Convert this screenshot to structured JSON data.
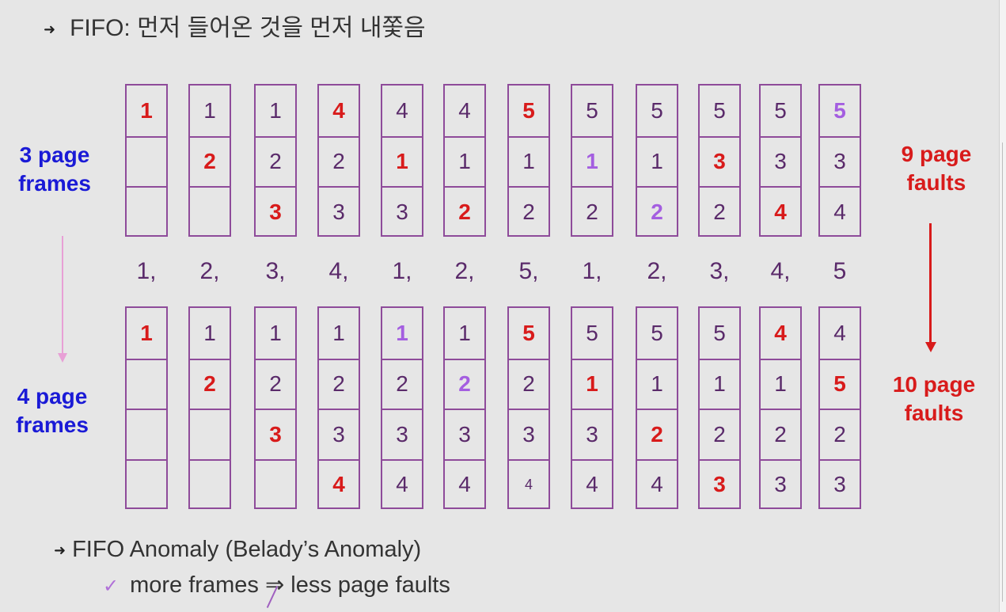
{
  "heading": {
    "bullet": "➜",
    "text": "FIFO: 먼저 들어온 것을 먼저 내쫓음"
  },
  "labels": {
    "three_frames": [
      "3 page",
      "frames"
    ],
    "four_frames": [
      "4 page",
      "frames"
    ],
    "nine_faults": [
      "9 page",
      "faults"
    ],
    "ten_faults": [
      "10 page",
      "faults"
    ]
  },
  "reference_string": [
    "1,",
    "2,",
    "3,",
    "4,",
    "1,",
    "2,",
    "5,",
    "1,",
    "2,",
    "3,",
    "4,",
    "5"
  ],
  "three_frame_columns": [
    [
      {
        "v": "1",
        "s": "new"
      },
      {
        "v": "",
        "s": ""
      },
      {
        "v": "",
        "s": ""
      }
    ],
    [
      {
        "v": "1",
        "s": ""
      },
      {
        "v": "2",
        "s": "new"
      },
      {
        "v": "",
        "s": ""
      }
    ],
    [
      {
        "v": "1",
        "s": ""
      },
      {
        "v": "2",
        "s": ""
      },
      {
        "v": "3",
        "s": "new"
      }
    ],
    [
      {
        "v": "4",
        "s": "new"
      },
      {
        "v": "2",
        "s": ""
      },
      {
        "v": "3",
        "s": ""
      }
    ],
    [
      {
        "v": "4",
        "s": ""
      },
      {
        "v": "1",
        "s": "new"
      },
      {
        "v": "3",
        "s": ""
      }
    ],
    [
      {
        "v": "4",
        "s": ""
      },
      {
        "v": "1",
        "s": ""
      },
      {
        "v": "2",
        "s": "new"
      }
    ],
    [
      {
        "v": "5",
        "s": "new"
      },
      {
        "v": "1",
        "s": ""
      },
      {
        "v": "2",
        "s": ""
      }
    ],
    [
      {
        "v": "5",
        "s": ""
      },
      {
        "v": "1",
        "s": "hit"
      },
      {
        "v": "2",
        "s": ""
      }
    ],
    [
      {
        "v": "5",
        "s": ""
      },
      {
        "v": "1",
        "s": ""
      },
      {
        "v": "2",
        "s": "hit"
      }
    ],
    [
      {
        "v": "5",
        "s": ""
      },
      {
        "v": "3",
        "s": "new"
      },
      {
        "v": "2",
        "s": ""
      }
    ],
    [
      {
        "v": "5",
        "s": ""
      },
      {
        "v": "3",
        "s": ""
      },
      {
        "v": "4",
        "s": "new"
      }
    ],
    [
      {
        "v": "5",
        "s": "hit"
      },
      {
        "v": "3",
        "s": ""
      },
      {
        "v": "4",
        "s": ""
      }
    ]
  ],
  "four_frame_columns": [
    [
      {
        "v": "1",
        "s": "new"
      },
      {
        "v": "",
        "s": ""
      },
      {
        "v": "",
        "s": ""
      },
      {
        "v": "",
        "s": ""
      }
    ],
    [
      {
        "v": "1",
        "s": ""
      },
      {
        "v": "2",
        "s": "new"
      },
      {
        "v": "",
        "s": ""
      },
      {
        "v": "",
        "s": ""
      }
    ],
    [
      {
        "v": "1",
        "s": ""
      },
      {
        "v": "2",
        "s": ""
      },
      {
        "v": "3",
        "s": "new"
      },
      {
        "v": "",
        "s": ""
      }
    ],
    [
      {
        "v": "1",
        "s": ""
      },
      {
        "v": "2",
        "s": ""
      },
      {
        "v": "3",
        "s": ""
      },
      {
        "v": "4",
        "s": "new"
      }
    ],
    [
      {
        "v": "1",
        "s": "hit"
      },
      {
        "v": "2",
        "s": ""
      },
      {
        "v": "3",
        "s": ""
      },
      {
        "v": "4",
        "s": ""
      }
    ],
    [
      {
        "v": "1",
        "s": ""
      },
      {
        "v": "2",
        "s": "hit"
      },
      {
        "v": "3",
        "s": ""
      },
      {
        "v": "4",
        "s": ""
      }
    ],
    [
      {
        "v": "5",
        "s": "new"
      },
      {
        "v": "2",
        "s": ""
      },
      {
        "v": "3",
        "s": ""
      },
      {
        "v": "4",
        "s": "small"
      }
    ],
    [
      {
        "v": "5",
        "s": ""
      },
      {
        "v": "1",
        "s": "new"
      },
      {
        "v": "3",
        "s": ""
      },
      {
        "v": "4",
        "s": ""
      }
    ],
    [
      {
        "v": "5",
        "s": ""
      },
      {
        "v": "1",
        "s": ""
      },
      {
        "v": "2",
        "s": "new"
      },
      {
        "v": "4",
        "s": ""
      }
    ],
    [
      {
        "v": "5",
        "s": ""
      },
      {
        "v": "1",
        "s": ""
      },
      {
        "v": "2",
        "s": ""
      },
      {
        "v": "3",
        "s": "new"
      }
    ],
    [
      {
        "v": "4",
        "s": "new"
      },
      {
        "v": "1",
        "s": ""
      },
      {
        "v": "2",
        "s": ""
      },
      {
        "v": "3",
        "s": ""
      }
    ],
    [
      {
        "v": "4",
        "s": ""
      },
      {
        "v": "5",
        "s": "new"
      },
      {
        "v": "2",
        "s": ""
      },
      {
        "v": "3",
        "s": ""
      }
    ]
  ],
  "anomaly": {
    "bullet": "➜",
    "title": "FIFO Anomaly (Belady’s Anomaly)"
  },
  "bullet_point": {
    "check": "✓",
    "pre": "more frames ",
    "arrow": "⇒",
    "post": " less page faults"
  }
}
